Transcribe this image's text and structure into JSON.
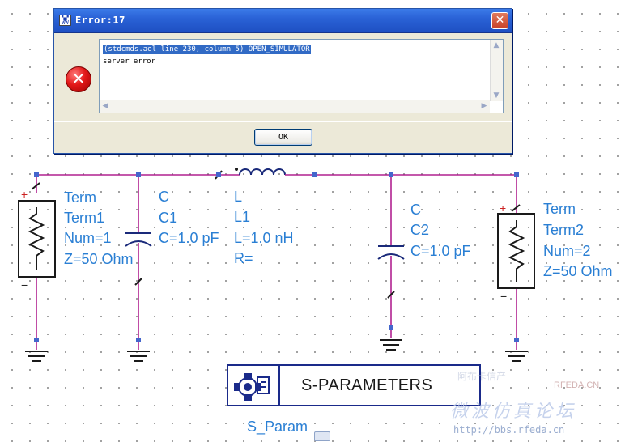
{
  "dialog": {
    "title": "Error:17",
    "close_symbol": "✕",
    "icon": "error-icon",
    "message_line1": "(stdcmds.ael line 230, column 5) OPEN_SIMULATOR",
    "message_line2": "server error",
    "ok_label": "OK"
  },
  "schematic": {
    "term1": {
      "type": "Term",
      "name": "Term1",
      "num": "Num=1",
      "z": "Z=50 Ohm"
    },
    "c1": {
      "type": "C",
      "name": "C1",
      "value": "C=1.0 pF"
    },
    "l1": {
      "type": "L",
      "name": "L1",
      "value": "L=1.0 nH",
      "r": "R="
    },
    "c2": {
      "type": "C",
      "name": "C2",
      "value": "C=1.0 pF"
    },
    "term2": {
      "type": "Term",
      "name": "Term2",
      "num": "Num=2",
      "z": "Z=50 Ohm"
    },
    "sparam": {
      "title": "S-PARAMETERS",
      "label": "S_Param"
    },
    "plus_sign": "+",
    "minus_sign": "−"
  },
  "watermark": {
    "cn_top": "阿布卡信产",
    "cn_main": "微波仿真论坛",
    "tag": "RFEDA.CN",
    "url": "http://bbs.rfeda.cn"
  },
  "colors": {
    "wire": "#b0208f",
    "label": "#2a7fd4",
    "titlebar": "#2a62d6",
    "selection": "#316ac5"
  }
}
